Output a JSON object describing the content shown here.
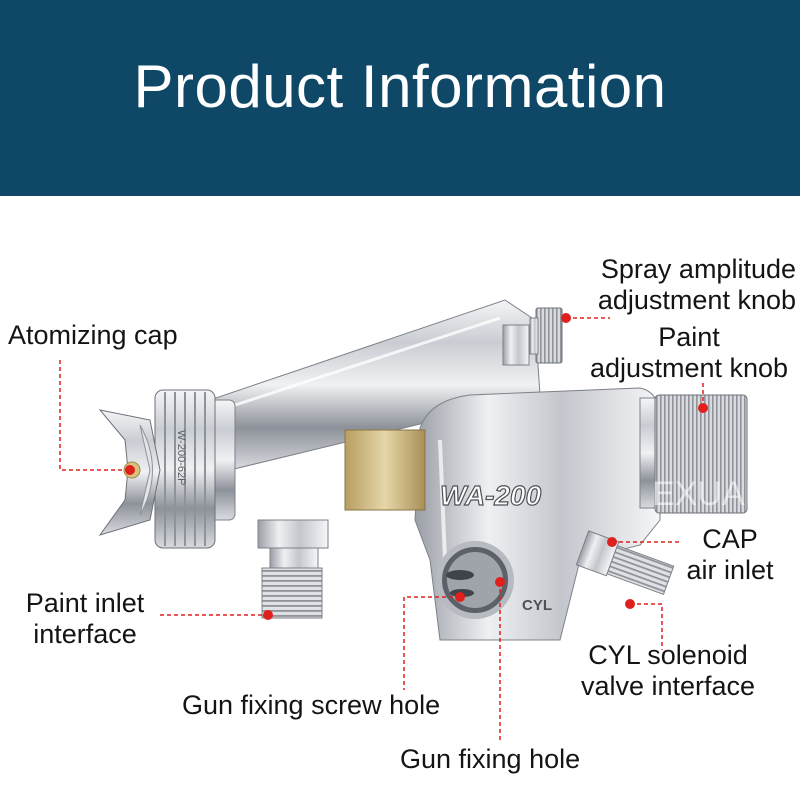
{
  "header": {
    "title": "Product Information",
    "background_color": "#0f4866"
  },
  "product": {
    "model_marking": "WA-200",
    "cylinder_marking": "CYL",
    "cap_marking": "W-200-62P",
    "watermark": "EXUAN"
  },
  "callouts": {
    "spray_amplitude_knob": [
      "Spray amplitude",
      "adjustment knob"
    ],
    "atomizing_cap": "Atomizing cap",
    "paint_adjustment_knob": [
      "Paint",
      "adjustment knob"
    ],
    "cap_air_inlet": [
      "CAP",
      "air inlet"
    ],
    "paint_inlet_interface": [
      "Paint inlet",
      "interface"
    ],
    "cyl_solenoid_valve_interface": [
      "CYL solenoid",
      "valve interface"
    ],
    "gun_fixing_screw_hole": "Gun fixing screw hole",
    "gun_fixing_hole": "Gun fixing hole"
  },
  "colors": {
    "leader_line": "#e0201c",
    "marker_dot": "#e0201c",
    "text": "#141414"
  }
}
